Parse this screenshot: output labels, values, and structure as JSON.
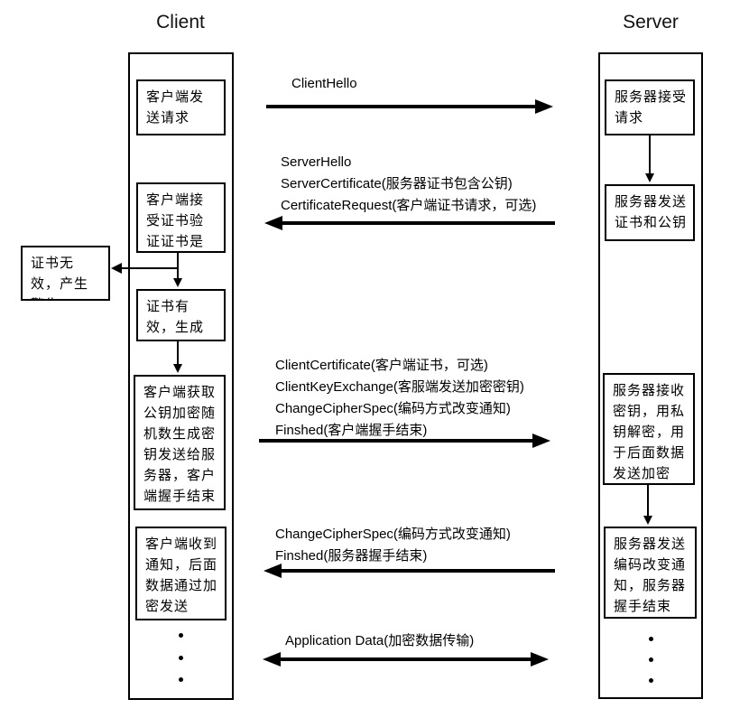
{
  "titles": {
    "client": "Client",
    "server": "Server"
  },
  "client": {
    "steps": [
      {
        "text": "客户端发送请求"
      },
      {
        "text": "客户端接受证书验证证书是否有效"
      },
      {
        "text": "证书有效，生成随机数"
      },
      {
        "text": "客户端获取公钥加密随机数生成密钥发送给服务器，客户端握手结束"
      },
      {
        "text": "客户端收到通知，后面数据通过加密发送"
      }
    ],
    "warning": {
      "text": "证书无效，产生警告"
    }
  },
  "server": {
    "steps": [
      {
        "text": "服务器接受请求"
      },
      {
        "text": "服务器发送证书和公钥"
      },
      {
        "text": "服务器接收密钥，用私钥解密，用于后面数据发送加密"
      },
      {
        "text": "服务器发送编码改变通知，服务器握手结束"
      }
    ]
  },
  "messages": [
    {
      "id": "client-hello",
      "direction": "left-to-right",
      "lines": [
        "ClientHello"
      ]
    },
    {
      "id": "server-hello",
      "direction": "right-to-left",
      "lines": [
        "ServerHello",
        "ServerCertificate(服务器证书包含公钥)",
        "CertificateRequest(客户端证书请求，可选)"
      ]
    },
    {
      "id": "client-finished",
      "direction": "left-to-right",
      "lines": [
        "ClientCertificate(客户端证书，可选)",
        "ClientKeyExchange(客服端发送加密密钥)",
        "ChangeCipherSpec(编码方式改变通知)",
        "Finshed(客户端握手结束)"
      ]
    },
    {
      "id": "server-finished",
      "direction": "right-to-left",
      "lines": [
        "ChangeCipherSpec(编码方式改变通知)",
        "Finshed(服务器握手结束)"
      ]
    },
    {
      "id": "application-data",
      "direction": "bidirectional",
      "lines": [
        "Application Data(加密数据传输)"
      ]
    }
  ],
  "colors": {
    "line": "#000000",
    "background": "#ffffff",
    "text": "#000000"
  }
}
